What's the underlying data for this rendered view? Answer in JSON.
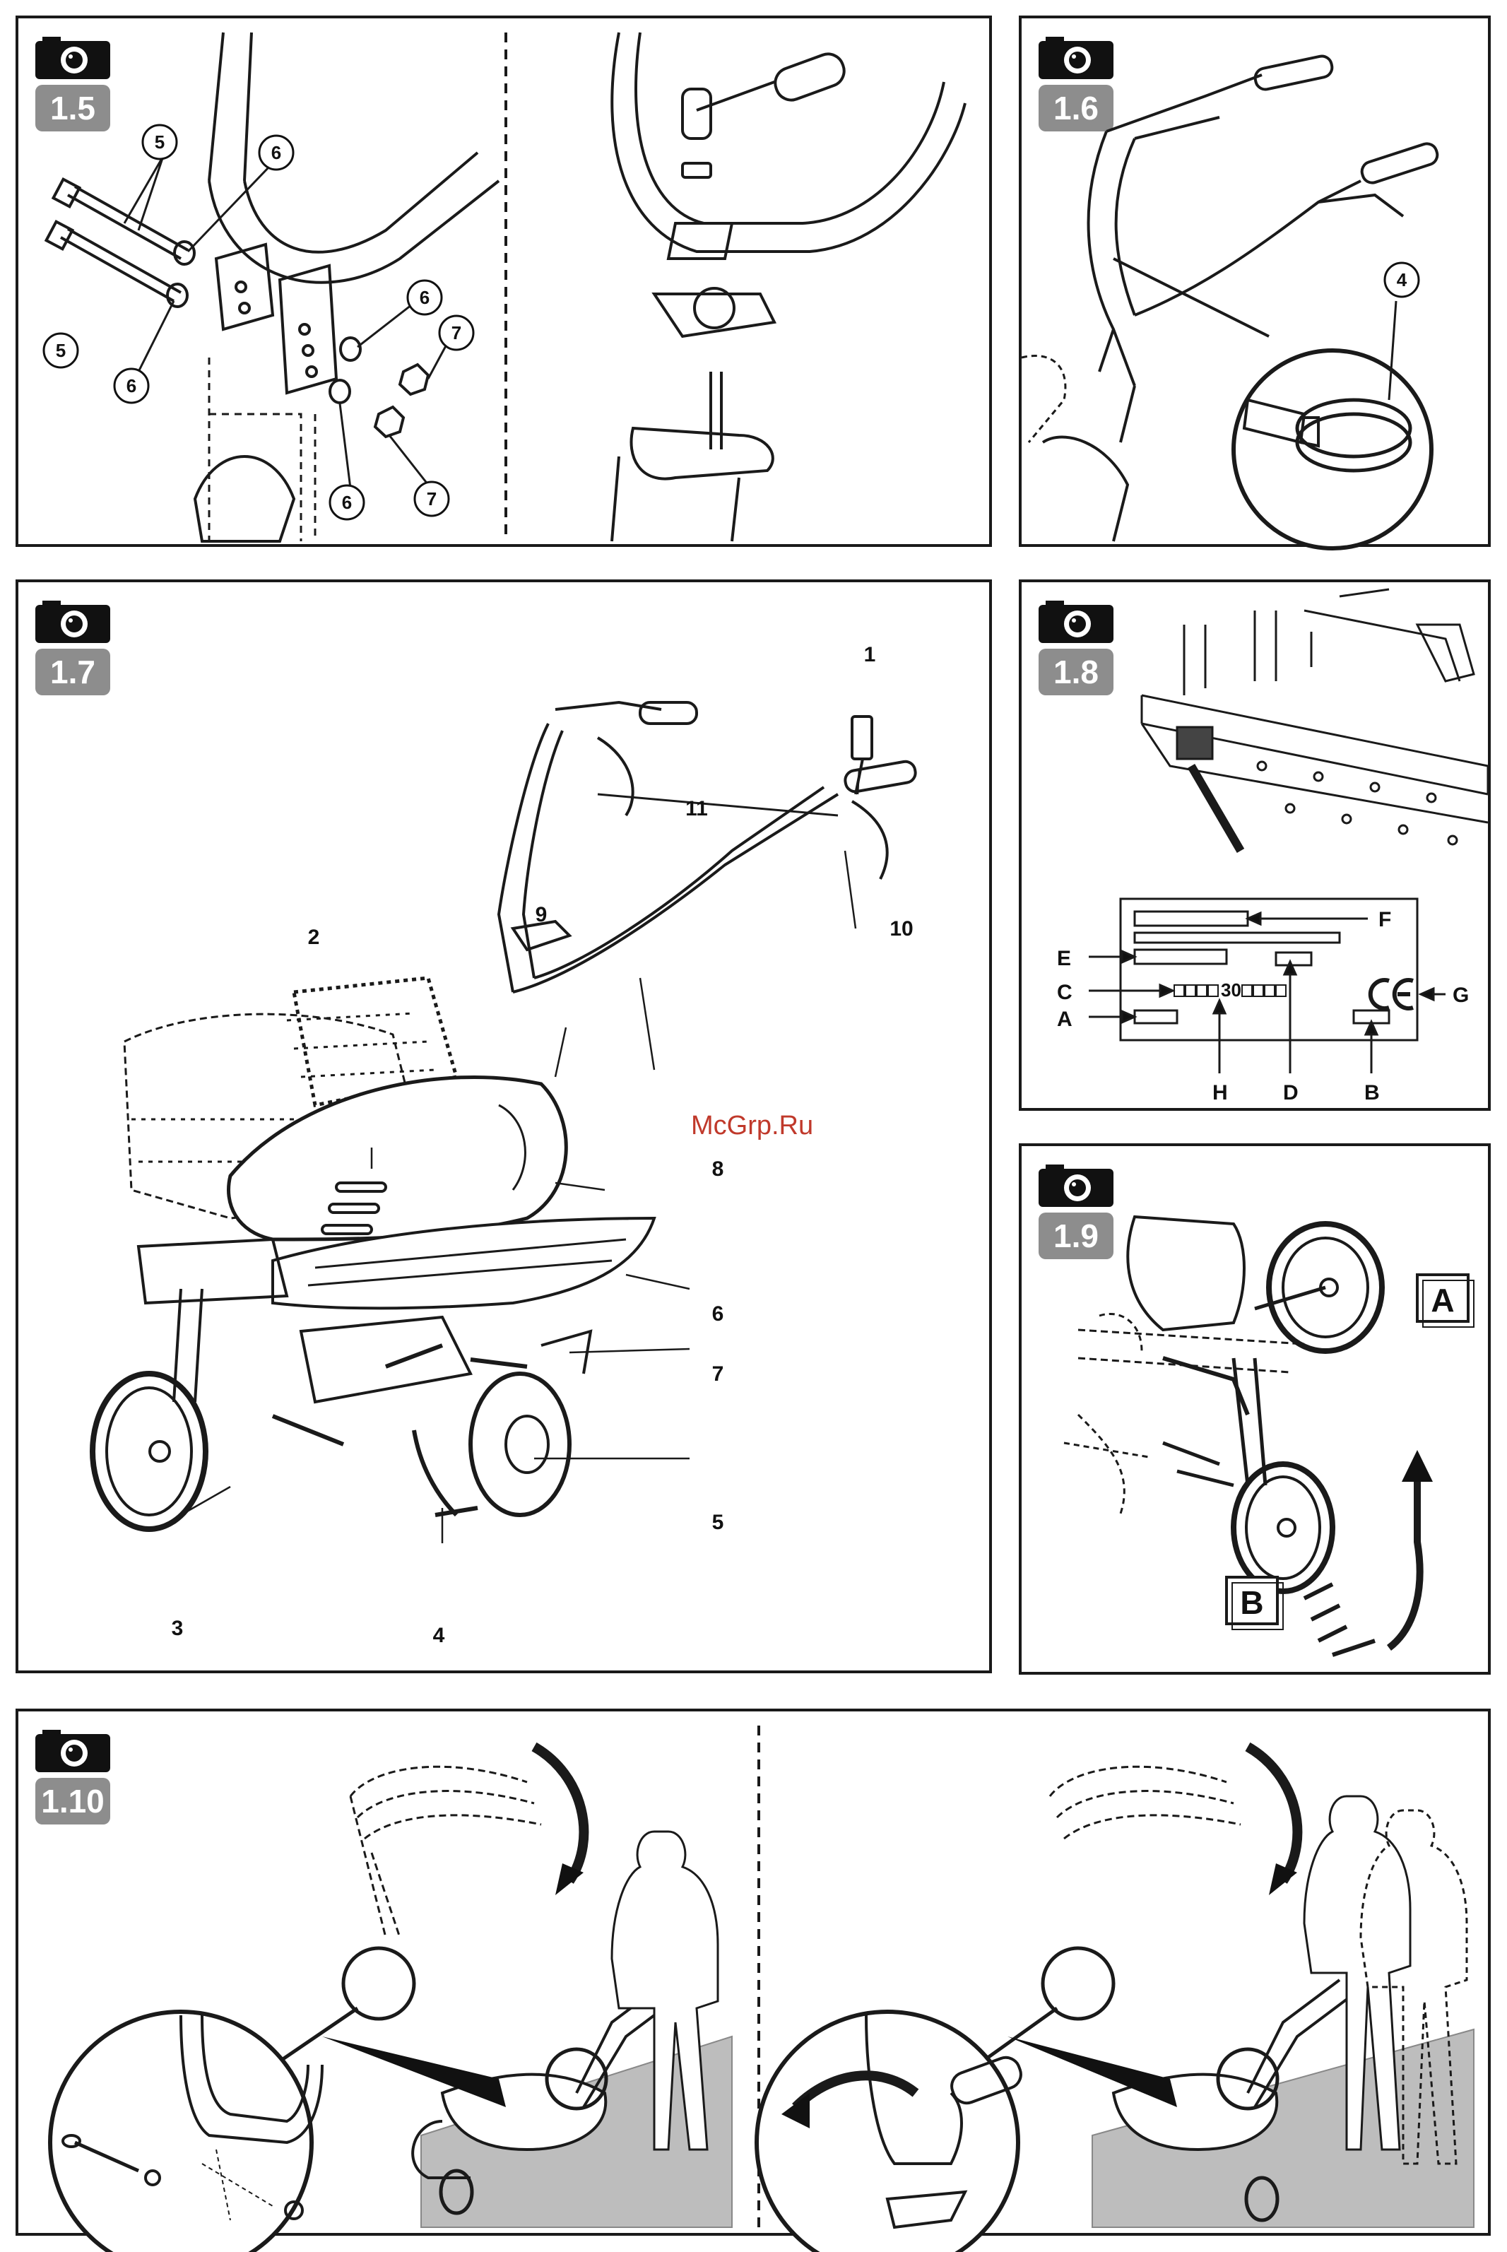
{
  "figures": [
    {
      "id": "fig-1-5",
      "number": "1.5",
      "callouts": [
        "5",
        "5",
        "6",
        "6",
        "6",
        "6",
        "7",
        "7"
      ]
    },
    {
      "id": "fig-1-6",
      "number": "1.6",
      "callouts": [
        "4"
      ]
    },
    {
      "id": "fig-1-7",
      "number": "1.7",
      "callouts": [
        "1",
        "2",
        "3",
        "4",
        "5",
        "6",
        "7",
        "8",
        "9",
        "10",
        "11"
      ]
    },
    {
      "id": "fig-1-8",
      "number": "1.8",
      "labels": [
        "A",
        "B",
        "C",
        "D",
        "E",
        "F",
        "G",
        "H"
      ],
      "plate_text": "30"
    },
    {
      "id": "fig-1-9",
      "number": "1.9",
      "labels": [
        "A",
        "B"
      ]
    },
    {
      "id": "fig-1-10",
      "number": "1.10"
    }
  ],
  "watermark": "McGrp.Ru",
  "icons": {
    "badge": "camera-icon"
  }
}
